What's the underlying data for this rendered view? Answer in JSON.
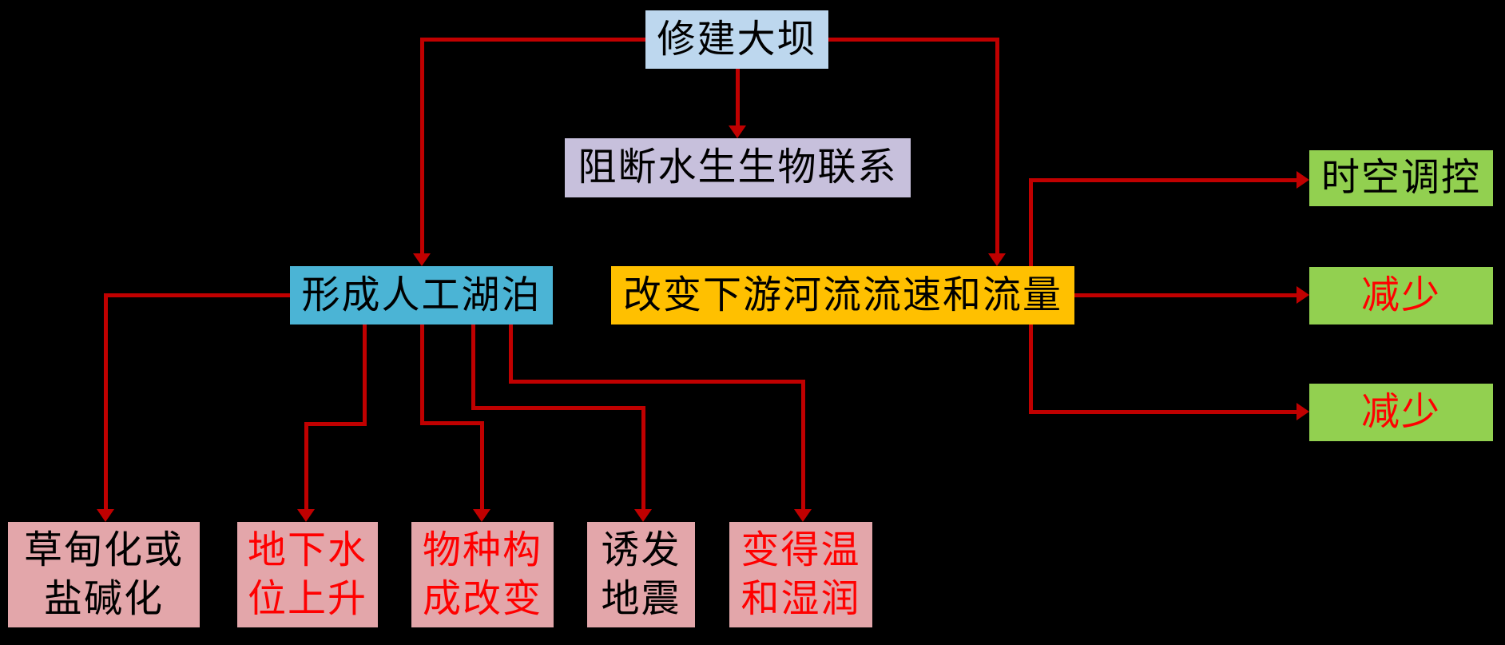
{
  "colors": {
    "canvas_bg": "#000000",
    "arrow": "#C00000",
    "light_blue": "#BDD7EE",
    "lavender": "#C7C0DC",
    "cyan": "#4BB4D5",
    "orange": "#FFC000",
    "green": "#92D050",
    "pink": "#E3A6AA",
    "text_black": "#000000",
    "text_red": "#FF0000"
  },
  "nodes": {
    "dam": {
      "label": "修建大坝",
      "bg": "#BDD7EE",
      "fg": "#000000"
    },
    "block": {
      "label": "阻断水生生物联系",
      "bg": "#C7C0DC",
      "fg": "#000000"
    },
    "lake": {
      "label": "形成人工湖泊",
      "bg": "#4BB4D5",
      "fg": "#000000"
    },
    "flow": {
      "label": "改变下游河流流速和流量",
      "bg": "#FFC000",
      "fg": "#000000"
    },
    "regulate": {
      "label": "时空调控",
      "bg": "#92D050",
      "fg": "#000000"
    },
    "reduce1": {
      "label": "减少",
      "bg": "#92D050",
      "fg": "#FF0000"
    },
    "reduce2": {
      "label": "减少",
      "bg": "#92D050",
      "fg": "#FF0000"
    },
    "meadow": {
      "label": "草甸化或\n盐碱化",
      "bg": "#E3A6AA",
      "fg": "#000000"
    },
    "groundwater": {
      "label": "地下水\n位上升",
      "bg": "#E3A6AA",
      "fg": "#FF0000"
    },
    "species": {
      "label": "物种构\n成改变",
      "bg": "#E3A6AA",
      "fg": "#FF0000"
    },
    "earthquake": {
      "label": "诱发\n地震",
      "bg": "#E3A6AA",
      "fg": "#000000"
    },
    "climate": {
      "label": "变得温\n和湿润",
      "bg": "#E3A6AA",
      "fg": "#FF0000"
    }
  },
  "edges": [
    {
      "from": "dam",
      "to": "block"
    },
    {
      "from": "dam",
      "to": "lake"
    },
    {
      "from": "dam",
      "to": "flow"
    },
    {
      "from": "flow",
      "to": "regulate"
    },
    {
      "from": "flow",
      "to": "reduce1"
    },
    {
      "from": "flow",
      "to": "reduce2"
    },
    {
      "from": "lake",
      "to": "meadow"
    },
    {
      "from": "lake",
      "to": "groundwater"
    },
    {
      "from": "lake",
      "to": "species"
    },
    {
      "from": "lake",
      "to": "earthquake"
    },
    {
      "from": "lake",
      "to": "climate"
    }
  ]
}
